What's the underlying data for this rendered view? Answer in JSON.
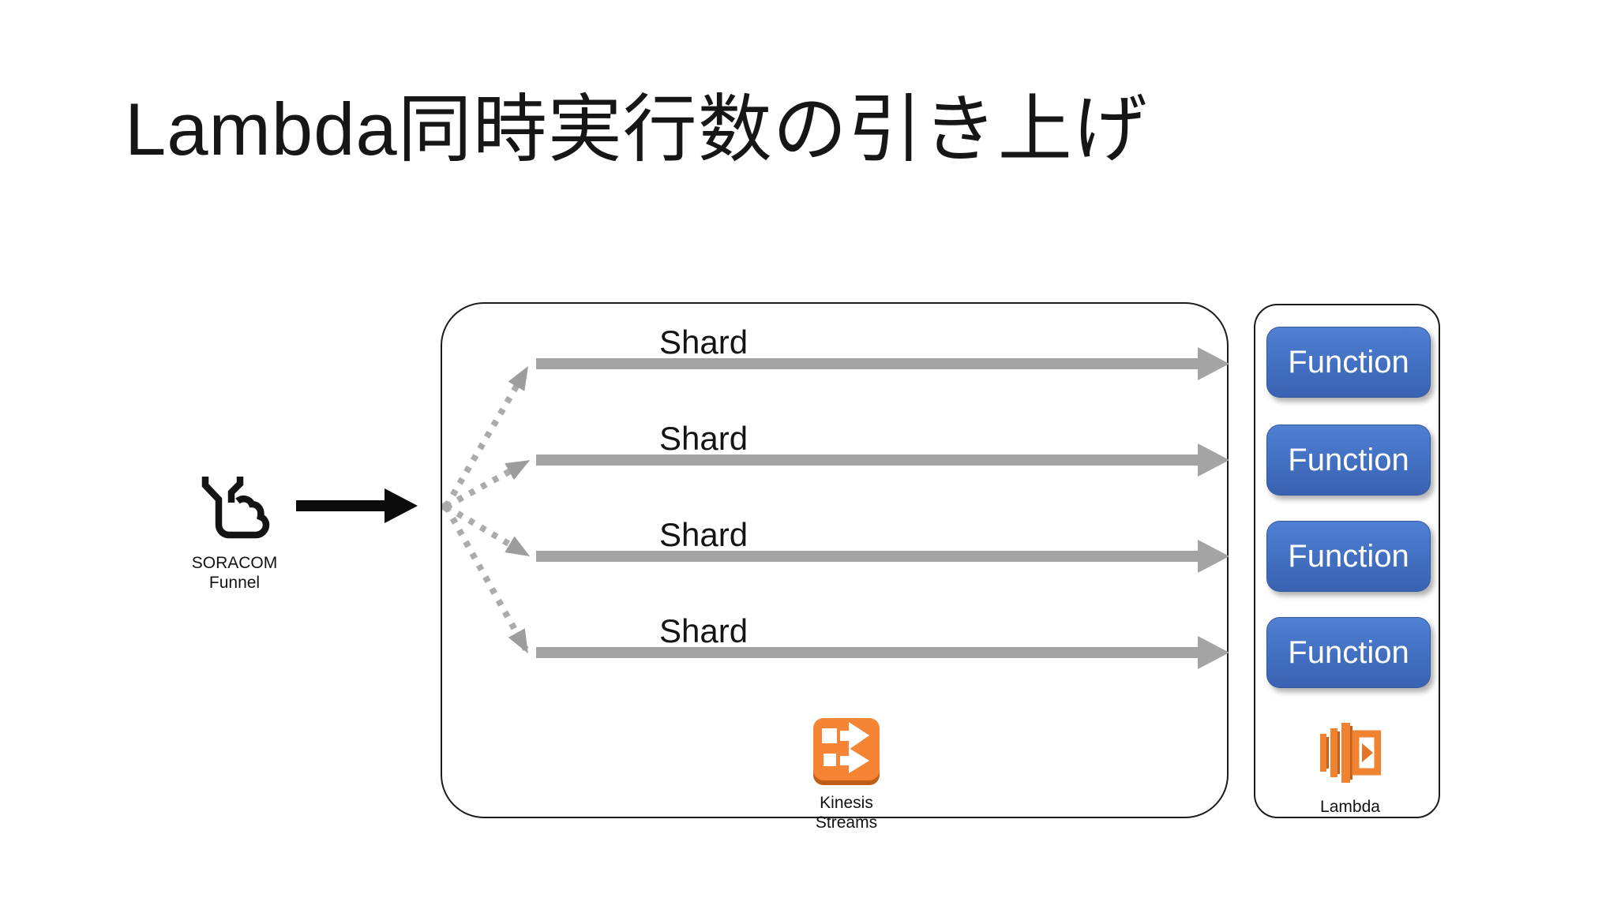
{
  "title": "Lambda同時実行数の引き上げ",
  "source": {
    "icon": "soracom-funnel-cloud-icon",
    "label_line1": "SORACOM",
    "label_line2": "Funnel"
  },
  "stream": {
    "shards": [
      {
        "label": "Shard"
      },
      {
        "label": "Shard"
      },
      {
        "label": "Shard"
      },
      {
        "label": "Shard"
      }
    ],
    "service": {
      "icon": "kinesis-streams-icon",
      "label_line1": "Kinesis",
      "label_line2": "Streams"
    }
  },
  "functions": {
    "items": [
      {
        "label": "Function"
      },
      {
        "label": "Function"
      },
      {
        "label": "Function"
      },
      {
        "label": "Function"
      }
    ],
    "service": {
      "icon": "lambda-icon",
      "label": "Lambda"
    }
  },
  "colors": {
    "function_blue": "#4472c4",
    "shard_gray": "#a4a4a4",
    "dotted_gray": "#aaaaaa",
    "aws_orange": "#f58534",
    "text_black": "#161616"
  }
}
